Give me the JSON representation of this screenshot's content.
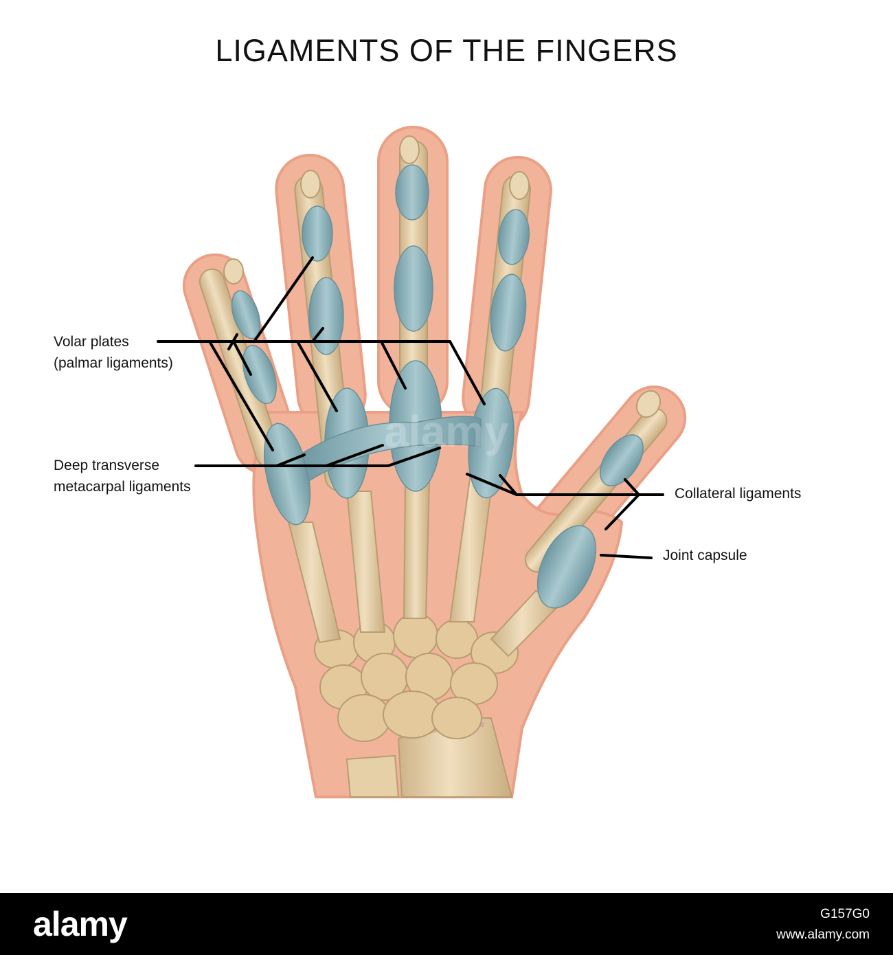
{
  "title": "LIGAMENTS OF THE FINGERS",
  "labels": {
    "volar_plates_line1": "Volar plates",
    "volar_plates_line2": "(palmar ligaments)",
    "deep_transverse_line1": "Deep transverse",
    "deep_transverse_line2": "metacarpal ligaments",
    "collateral": "Collateral ligaments",
    "joint_capsule": "Joint capsule"
  },
  "watermark": "alamy",
  "footer": {
    "brand": "alamy",
    "image_id": "G157G0",
    "url": "www.alamy.com"
  },
  "colors": {
    "skin": "#f2b39b",
    "skin_edge": "#e99c82",
    "bone": "#e6d0a8",
    "ligament": "#8fb4bd",
    "footer_bg": "#000000"
  }
}
